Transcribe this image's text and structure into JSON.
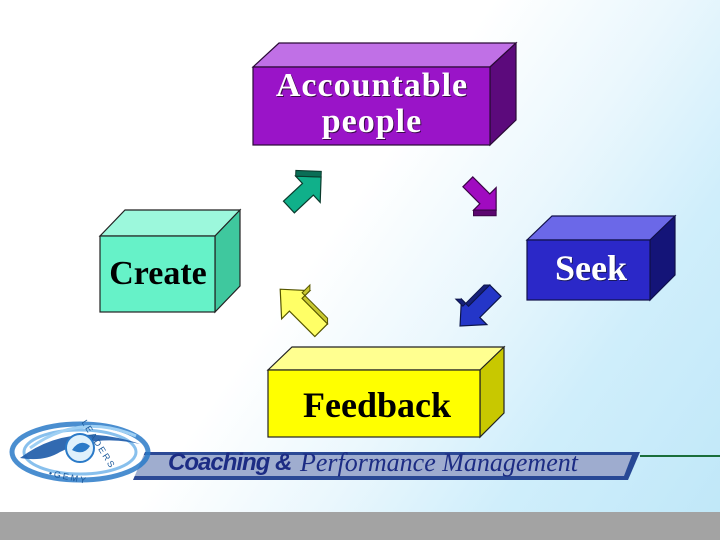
{
  "diagram": {
    "boxes": {
      "accountable": "Accountable people",
      "create": "Create",
      "seek": "Seek",
      "feedback": "Feedback"
    }
  },
  "footer": {
    "subtitle_lead": "Coaching &",
    "subtitle": "Performance Management",
    "logo_top": "LEADERS",
    "logo_bottom": "•GEMY"
  },
  "colors": {
    "accountable_box": "#9a14c8",
    "create_box": "#66f2c8",
    "seek_box": "#2b28c8",
    "feedback_box": "#ffff00",
    "arrow_teal": "#10b08a",
    "arrow_purple": "#a00bc0",
    "arrow_blue": "#2436c8",
    "arrow_yellow": "#ffff66",
    "footer_bar": "#a3a3a3"
  }
}
